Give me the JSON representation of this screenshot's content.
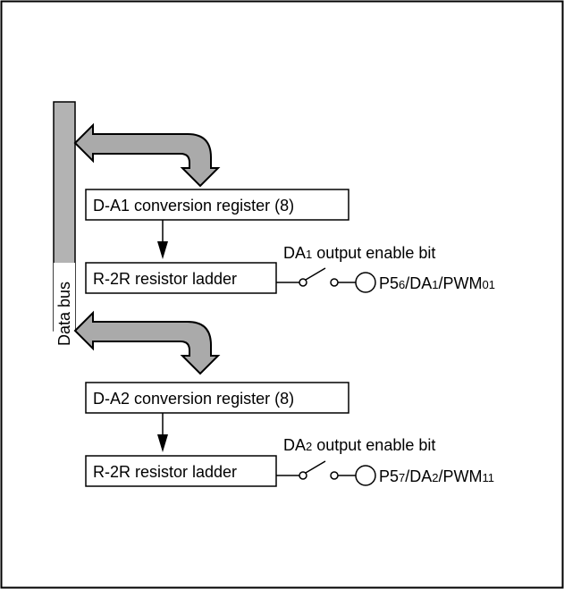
{
  "bus_label": "Data bus",
  "channel1": {
    "register_label": "D-A1 conversion register (8)",
    "ladder_label": "R-2R resistor ladder",
    "enable_bit": {
      "prefix": "DA",
      "sub": "1",
      "suffix": " output enable bit"
    },
    "pin": {
      "p1": "P5",
      "s1": "6",
      "p2": "/DA",
      "s2": "1",
      "p3": "/PWM",
      "s3": "01"
    }
  },
  "channel2": {
    "register_label": "D-A2 conversion register (8)",
    "ladder_label": "R-2R resistor ladder",
    "enable_bit": {
      "prefix": "DA",
      "sub": "2",
      "suffix": " output enable bit"
    },
    "pin": {
      "p1": "P5",
      "s1": "7",
      "p2": "/DA",
      "s2": "2",
      "p3": "/PWM",
      "s3": "11"
    }
  },
  "colors": {
    "bus_fill": "#b3b3b3",
    "arrow_fill": "#aaaaaa",
    "line": "#000000",
    "background": "#ffffff"
  }
}
